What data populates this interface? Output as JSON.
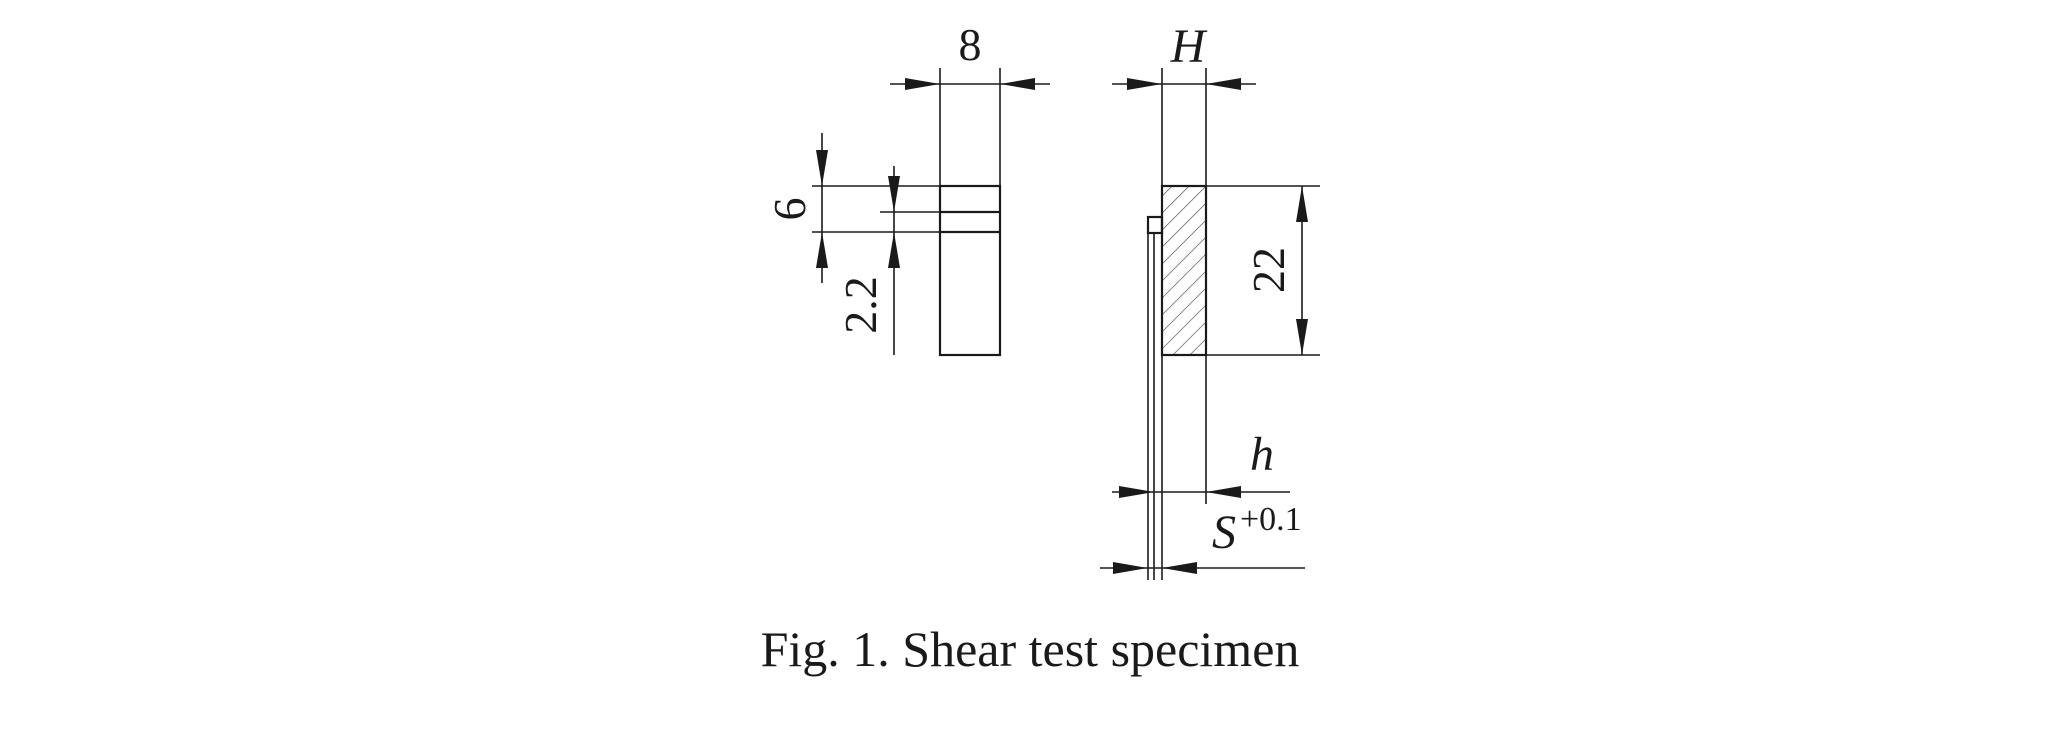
{
  "figure": {
    "caption": "Fig. 1. Shear test specimen"
  },
  "dimensions": {
    "width": "8",
    "height": "22",
    "groove_offset": "6",
    "groove_width": "2.2",
    "thickness": "H",
    "step": "h",
    "gap": "S",
    "gap_tolerance": "+0.1"
  }
}
